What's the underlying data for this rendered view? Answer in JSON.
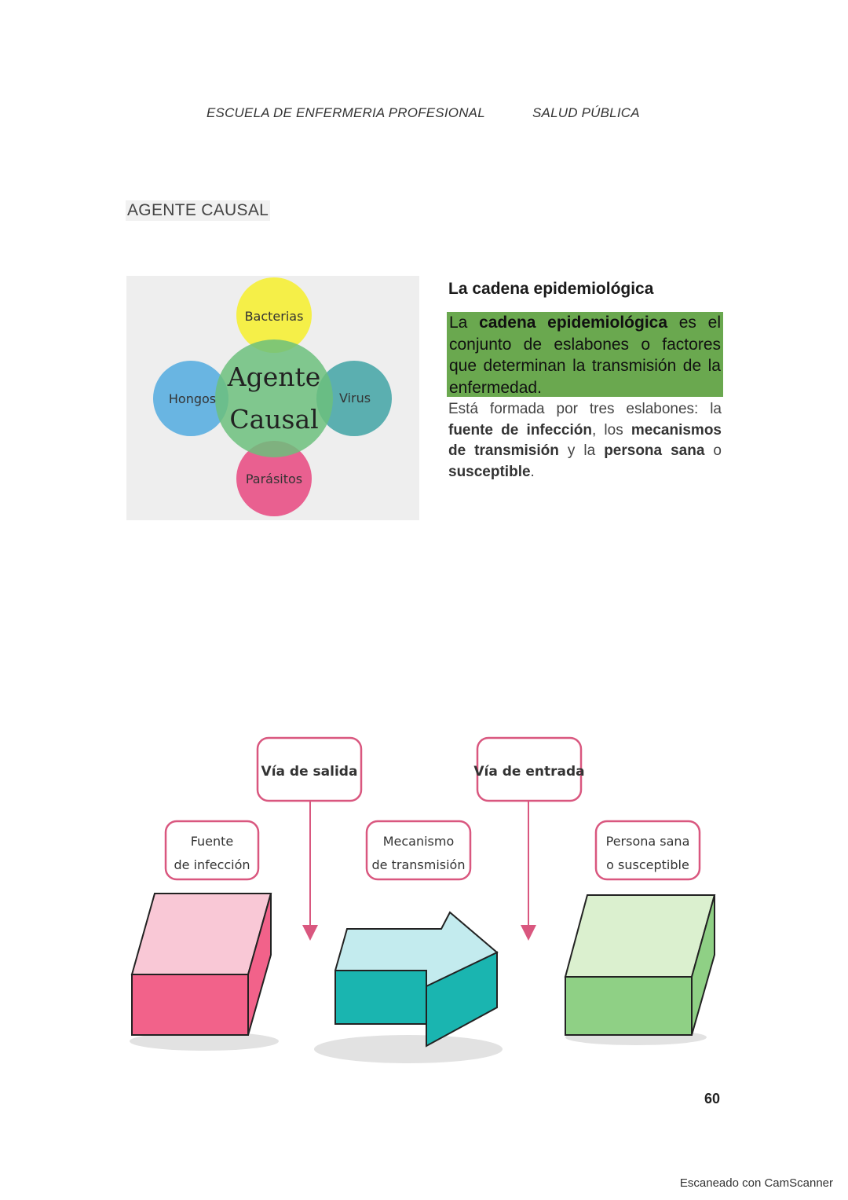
{
  "header": {
    "school": "ESCUELA DE ENFERMERIA PROFESIONAL",
    "subject": "SALUD PÚBLICA"
  },
  "section_title": "AGENTE CAUSAL",
  "agent_diagram": {
    "center_line1": "Agente",
    "center_line2": "Causal",
    "top": "Bacterias",
    "left": "Hongos",
    "right": "Virus",
    "bottom": "Parásitos",
    "colors": {
      "center": "#6cbf7d",
      "top": "#f5ef3a",
      "left": "#5aaee0",
      "right": "#4aa7a9",
      "bottom": "#e8578a",
      "background": "#eeeeee"
    }
  },
  "cadena": {
    "title": "La cadena epidemiológica",
    "def_la": "La ",
    "def_bold": "cadena  epidemiológica",
    "def_rest": " es el conjunto de eslabones o factores que determinan la transmisión de la enfermedad.",
    "highlight_color": "#6aa84f",
    "body_intro": "Está formada por tres eslabones: la ",
    "body_fuente": "fuente de infección",
    "body_comma": ", los ",
    "body_mecanismos": "mecanismos de transmisión",
    "body_y": " y la ",
    "body_persona": "persona sana",
    "body_o": " o ",
    "body_susceptible": "susceptible",
    "body_end": "."
  },
  "chain_diagram": {
    "via_salida": "Vía de salida",
    "via_entrada": "Vía de entrada",
    "fuente_line1": "Fuente",
    "fuente_line2": "de infección",
    "mecanismo_line1": "Mecanismo",
    "mecanismo_line2": "de transmisión",
    "persona_line1": "Persona sana",
    "persona_line2": "o susceptible",
    "colors": {
      "pink_front": "#f2628a",
      "pink_top": "#f9c8d6",
      "teal_front": "#1ab5b0",
      "teal_top": "#c3ebee",
      "green_front": "#8fd085",
      "green_top": "#dbf0cf",
      "label_border": "#d9577f"
    }
  },
  "page_number": "60",
  "watermark": "Escaneado con CamScanner"
}
